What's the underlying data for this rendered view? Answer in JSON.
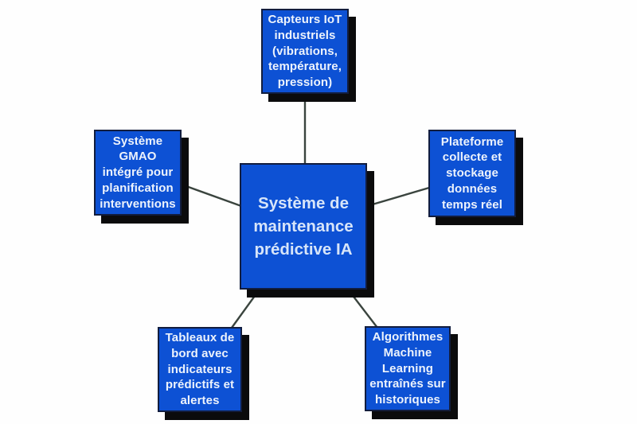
{
  "diagram": {
    "center": {
      "id": "central",
      "label": "Système de\nmaintenance\nprédictive IA"
    },
    "nodes": [
      {
        "id": "capteurs-iot",
        "label": "Capteurs IoT\nindustriels\n(vibrations,\ntempérature,\npression)"
      },
      {
        "id": "systeme-gmao",
        "label": "Système\nGMAO\nintégré pour\nplanification\ninterventions"
      },
      {
        "id": "plateforme",
        "label": "Plateforme\ncollecte et\nstockage\ndonnées\ntemps réel"
      },
      {
        "id": "tableaux-bord",
        "label": "Tableaux de\nbord avec\nindicateurs\nprédictifs et\nalertes"
      },
      {
        "id": "algorithmes-ml",
        "label": "Algorithmes\nMachine\nLearning\nentraînés sur\nhistoriques"
      }
    ],
    "edges": [
      {
        "from": "central",
        "to": "capteurs-iot"
      },
      {
        "from": "central",
        "to": "systeme-gmao"
      },
      {
        "from": "central",
        "to": "plateforme"
      },
      {
        "from": "central",
        "to": "tableaux-bord"
      },
      {
        "from": "central",
        "to": "algorithmes-ml"
      }
    ],
    "colors": {
      "node_fill": "#0d51d4",
      "node_border": "#121d3e",
      "node_shadow": "#0b0b0c",
      "text": "#edf3fc",
      "center_text": "#d7e5f9",
      "connector": "#3a443e",
      "background": "#fefefe"
    }
  }
}
